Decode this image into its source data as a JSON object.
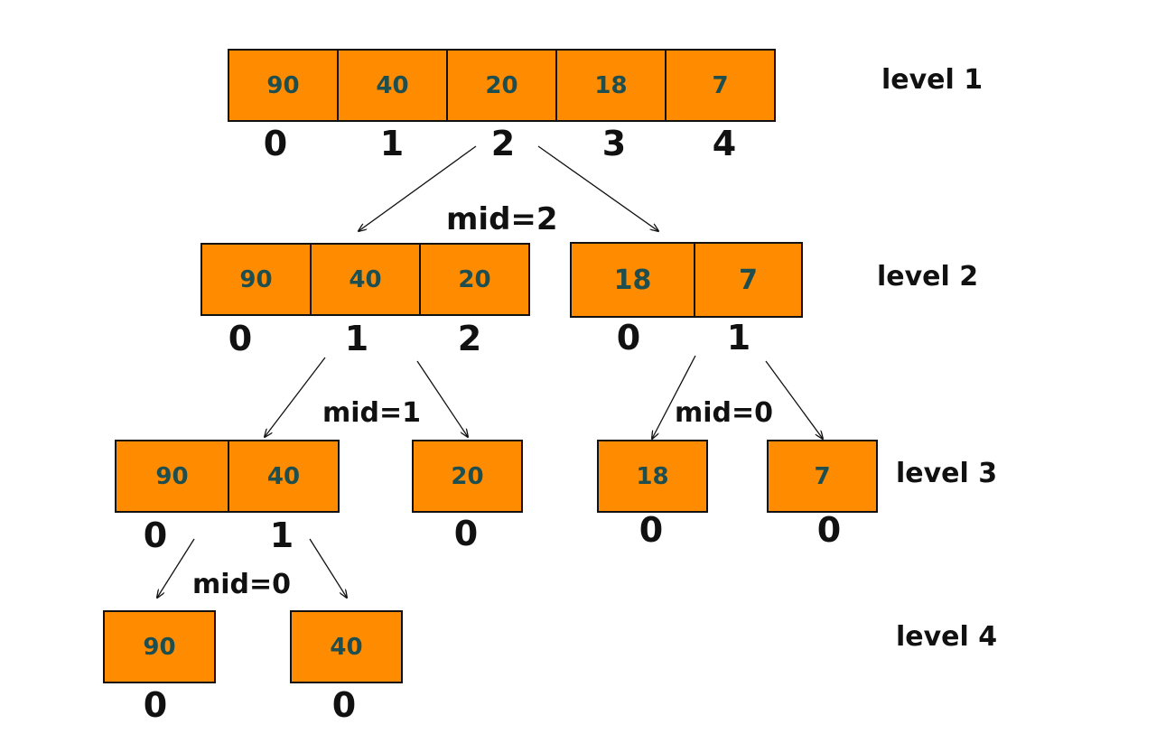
{
  "levels": [
    {
      "label": "level 1",
      "arrays": [
        {
          "values": [
            "90",
            "40",
            "20",
            "18",
            "7"
          ],
          "indices": [
            "0",
            "1",
            "2",
            "3",
            "4"
          ]
        }
      ]
    },
    {
      "label": "level 2",
      "mid": "mid=2",
      "arrays": [
        {
          "values": [
            "90",
            "40",
            "20"
          ],
          "indices": [
            "0",
            "1",
            "2"
          ]
        },
        {
          "values": [
            "18",
            "7"
          ],
          "indices": [
            "0",
            "1"
          ]
        }
      ]
    },
    {
      "label": "level 3",
      "mids": [
        "mid=1",
        "mid=0"
      ],
      "arrays": [
        {
          "values": [
            "90",
            "40"
          ],
          "indices": [
            "0",
            "1"
          ]
        },
        {
          "values": [
            "20"
          ],
          "indices": [
            "0"
          ]
        },
        {
          "values": [
            "18"
          ],
          "indices": [
            "0"
          ]
        },
        {
          "values": [
            "7"
          ],
          "indices": [
            "0"
          ]
        }
      ]
    },
    {
      "label": "level 4",
      "mid": "mid=0",
      "arrays": [
        {
          "values": [
            "90"
          ],
          "indices": [
            "0"
          ]
        },
        {
          "values": [
            "40"
          ],
          "indices": [
            "0"
          ]
        }
      ]
    }
  ],
  "colors": {
    "cell_fill": "#ff8c00",
    "cell_text": "#1f4e4e",
    "ink": "#111111"
  }
}
